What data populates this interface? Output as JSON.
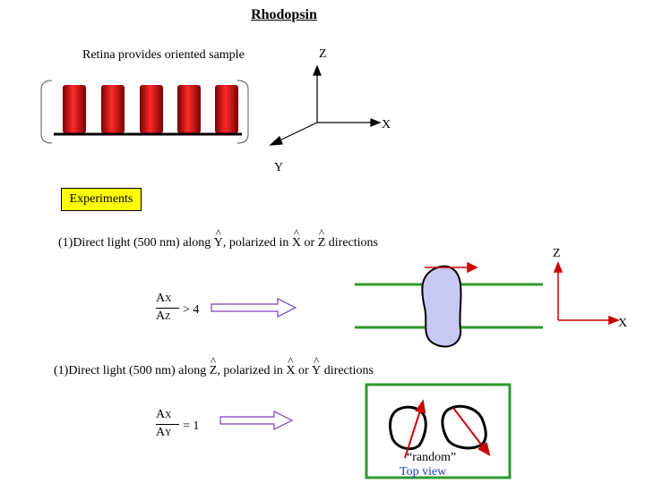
{
  "title": "Rhodopsin",
  "retina_caption": "Retina provides oriented sample",
  "axes_top": {
    "z": "Z",
    "x": "X",
    "y": "Y"
  },
  "experiments_label": "Experiments",
  "exp1": {
    "prefix": "(1)Direct light (500 nm) along ",
    "axis": "Y",
    "middle": ", polarized in ",
    "axis_a": "X",
    "or": " or ",
    "axis_b": "Z",
    "suffix": " directions"
  },
  "exp2": {
    "prefix": "(1)Direct light (500 nm) along ",
    "axis": "Z",
    "middle": ", polarized in ",
    "axis_a": "X",
    "or": " or ",
    "axis_b": "Y",
    "suffix": " directions"
  },
  "ratio1": {
    "num": "A",
    "num_sub": "X",
    "den": "A",
    "den_sub": "Z",
    "rel": "> 4"
  },
  "ratio2": {
    "num": "A",
    "num_sub": "X",
    "den": "A",
    "den_sub": "Y",
    "rel": "= 1"
  },
  "axes_right": {
    "z": "Z",
    "x": "X"
  },
  "random_label": "“random”",
  "top_view_label": "Top view",
  "colors": {
    "rod_red": "#cc0000",
    "membrane_green": "#2e9a2e",
    "axis_red": "#cc0000",
    "protein_fill": "#c8c8f4",
    "highlight_yellow": "#ffff00",
    "top_view_blue": "#1f3fbf"
  }
}
